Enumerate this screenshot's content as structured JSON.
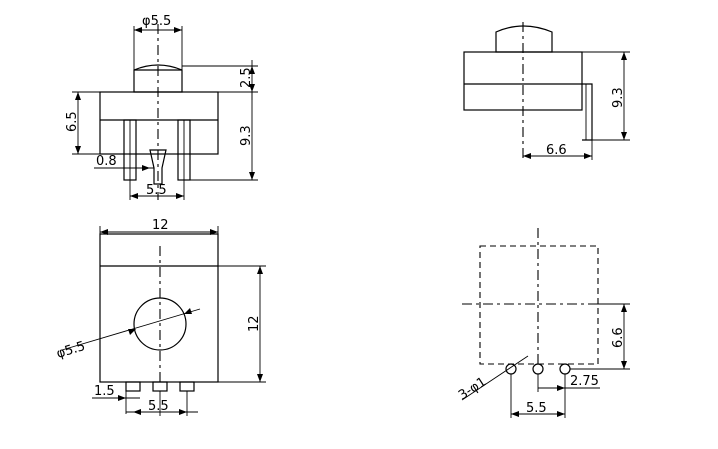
{
  "views": {
    "front": {
      "dim_button_diameter": "φ5.5",
      "dim_button_height": "2.5",
      "dim_body_height": "6.5",
      "dim_total_height": "9.3",
      "dim_pin_width": "0.8",
      "dim_pin_pitch": "5.5"
    },
    "side": {
      "dim_total_height": "9.3",
      "dim_depth": "6.6"
    },
    "top": {
      "dim_width": "12",
      "dim_height": "12",
      "dim_button_diameter": "φ5.5",
      "dim_pin_offset": "1.5",
      "dim_pin_pitch": "5.5"
    },
    "pcb": {
      "dim_holes": "3-φ1",
      "dim_row_offset": "6.6",
      "dim_hole_pitch": "5.5",
      "dim_hole_offset": "2.75"
    }
  }
}
